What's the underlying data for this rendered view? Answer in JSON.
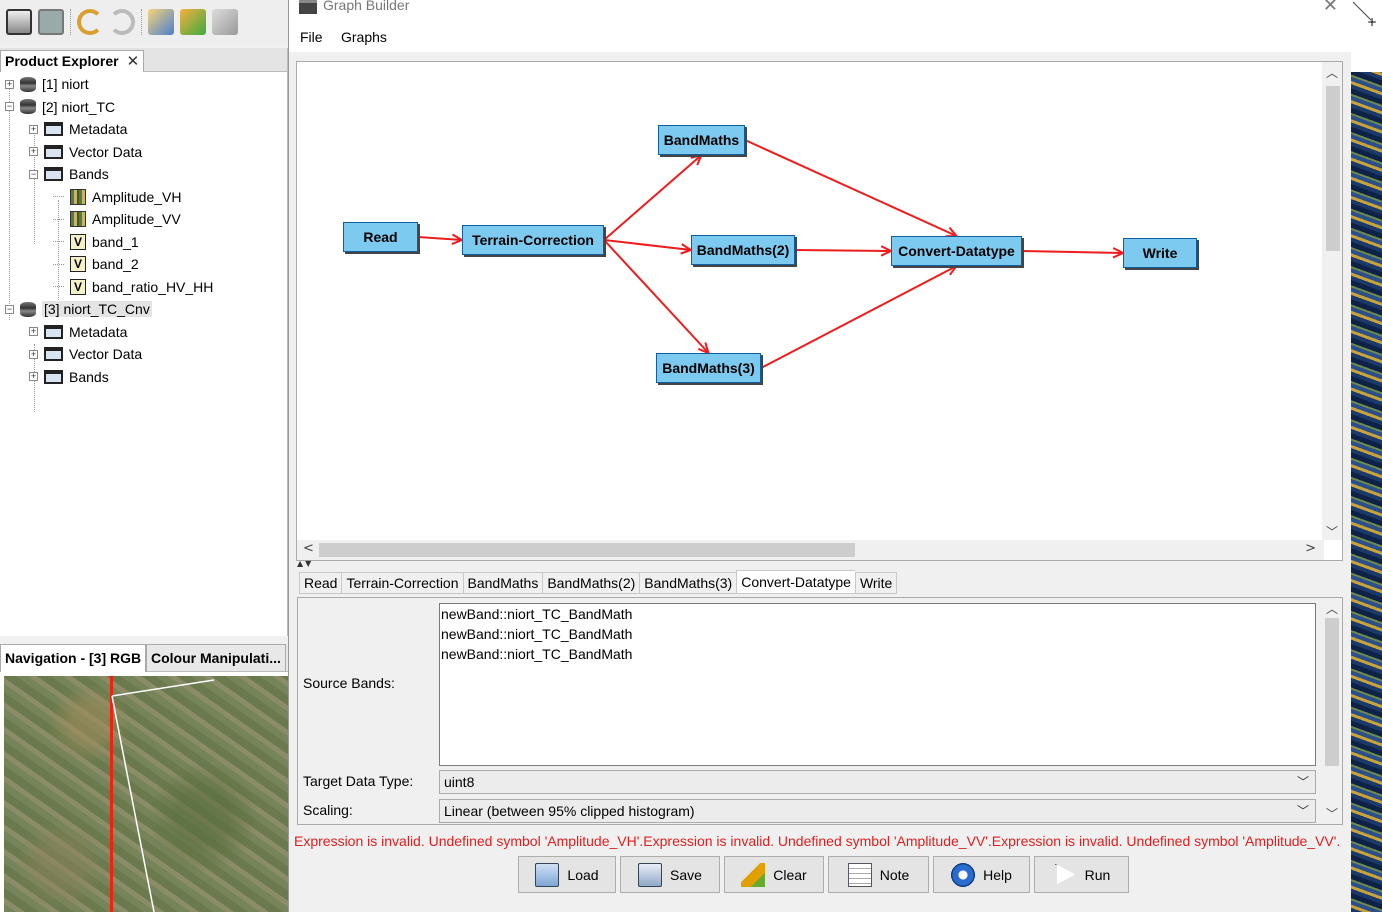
{
  "app_sidebar": {
    "product_explorer": {
      "tab_label": "Product Explorer",
      "close_glyph": "✕",
      "tree": [
        {
          "label": "[1] niort",
          "icon": "database-icon",
          "level": 0,
          "expander": "+"
        },
        {
          "label": "[2] niort_TC",
          "icon": "database-icon",
          "level": 0,
          "expander": "−"
        },
        {
          "label": "Metadata",
          "icon": "folder-icon",
          "level": 1,
          "expander": "+"
        },
        {
          "label": "Vector Data",
          "icon": "folder-icon",
          "level": 1,
          "expander": "+"
        },
        {
          "label": "Bands",
          "icon": "folder-open-icon",
          "level": 1,
          "expander": "−"
        },
        {
          "label": "Amplitude_VH",
          "icon": "band-icon",
          "level": 2,
          "expander": ""
        },
        {
          "label": "Amplitude_VV",
          "icon": "band-icon",
          "level": 2,
          "expander": ""
        },
        {
          "label": "band_1",
          "icon": "virtual-band-icon",
          "level": 2,
          "expander": ""
        },
        {
          "label": "band_2",
          "icon": "virtual-band-icon",
          "level": 2,
          "expander": ""
        },
        {
          "label": "band_ratio_HV_HH",
          "icon": "virtual-band-icon",
          "level": 2,
          "expander": ""
        },
        {
          "label": "[3] niort_TC_Cnv",
          "icon": "database-icon",
          "level": 0,
          "expander": "−",
          "selected": true
        },
        {
          "label": "Metadata",
          "icon": "folder-icon",
          "level": 1,
          "expander": "+"
        },
        {
          "label": "Vector Data",
          "icon": "folder-icon",
          "level": 1,
          "expander": "+"
        },
        {
          "label": "Bands",
          "icon": "folder-icon",
          "level": 1,
          "expander": "+"
        }
      ],
      "virtual_band_glyph": "V"
    },
    "navigation": {
      "tabs": [
        "Navigation - [3] RGB",
        "Colour Manipulati..."
      ]
    }
  },
  "graph_builder": {
    "title": "Graph Builder",
    "close_glyph": "✕",
    "menu": [
      "File",
      "Graphs"
    ],
    "nodes": [
      {
        "id": "read",
        "label": "Read"
      },
      {
        "id": "terrain",
        "label": "Terrain-Correction"
      },
      {
        "id": "bm1",
        "label": "BandMaths"
      },
      {
        "id": "bm2",
        "label": "BandMaths(2)"
      },
      {
        "id": "bm3",
        "label": "BandMaths(3)"
      },
      {
        "id": "convert",
        "label": "Convert-Datatype"
      },
      {
        "id": "write",
        "label": "Write"
      }
    ],
    "edges": [
      [
        "read",
        "terrain"
      ],
      [
        "terrain",
        "bm1"
      ],
      [
        "terrain",
        "bm2"
      ],
      [
        "terrain",
        "bm3"
      ],
      [
        "bm1",
        "convert"
      ],
      [
        "bm2",
        "convert"
      ],
      [
        "bm3",
        "convert"
      ],
      [
        "convert",
        "write"
      ]
    ],
    "edge_color": "#ee1c1c",
    "node_color": "#7ccaf0",
    "operator_tabs": [
      "Read",
      "Terrain-Correction",
      "BandMaths",
      "BandMaths(2)",
      "BandMaths(3)",
      "Convert-Datatype",
      "Write"
    ],
    "active_tab": "Convert-Datatype",
    "form": {
      "source_bands_label": "Source Bands:",
      "source_bands": [
        "newBand::niort_TC_BandMath",
        "newBand::niort_TC_BandMath",
        "newBand::niort_TC_BandMath"
      ],
      "target_type_label": "Target Data Type:",
      "target_type_value": "uint8",
      "scaling_label": "Scaling:",
      "scaling_value": "Linear (between 95% clipped histogram)"
    },
    "error_message": "Expression is invalid. Undefined symbol 'Amplitude_VH'.Expression is invalid. Undefined symbol 'Amplitude_VV'.Expression is invalid. Undefined symbol 'Amplitude_VV'.",
    "error_color": "#e21d1d",
    "buttons": [
      {
        "label": "Load",
        "icon": "load-icon"
      },
      {
        "label": "Save",
        "icon": "save-icon"
      },
      {
        "label": "Clear",
        "icon": "clear-broom-icon"
      },
      {
        "label": "Note",
        "icon": "note-icon"
      },
      {
        "label": "Help",
        "icon": "help-icon"
      },
      {
        "label": "Run",
        "icon": "run-icon"
      }
    ]
  }
}
